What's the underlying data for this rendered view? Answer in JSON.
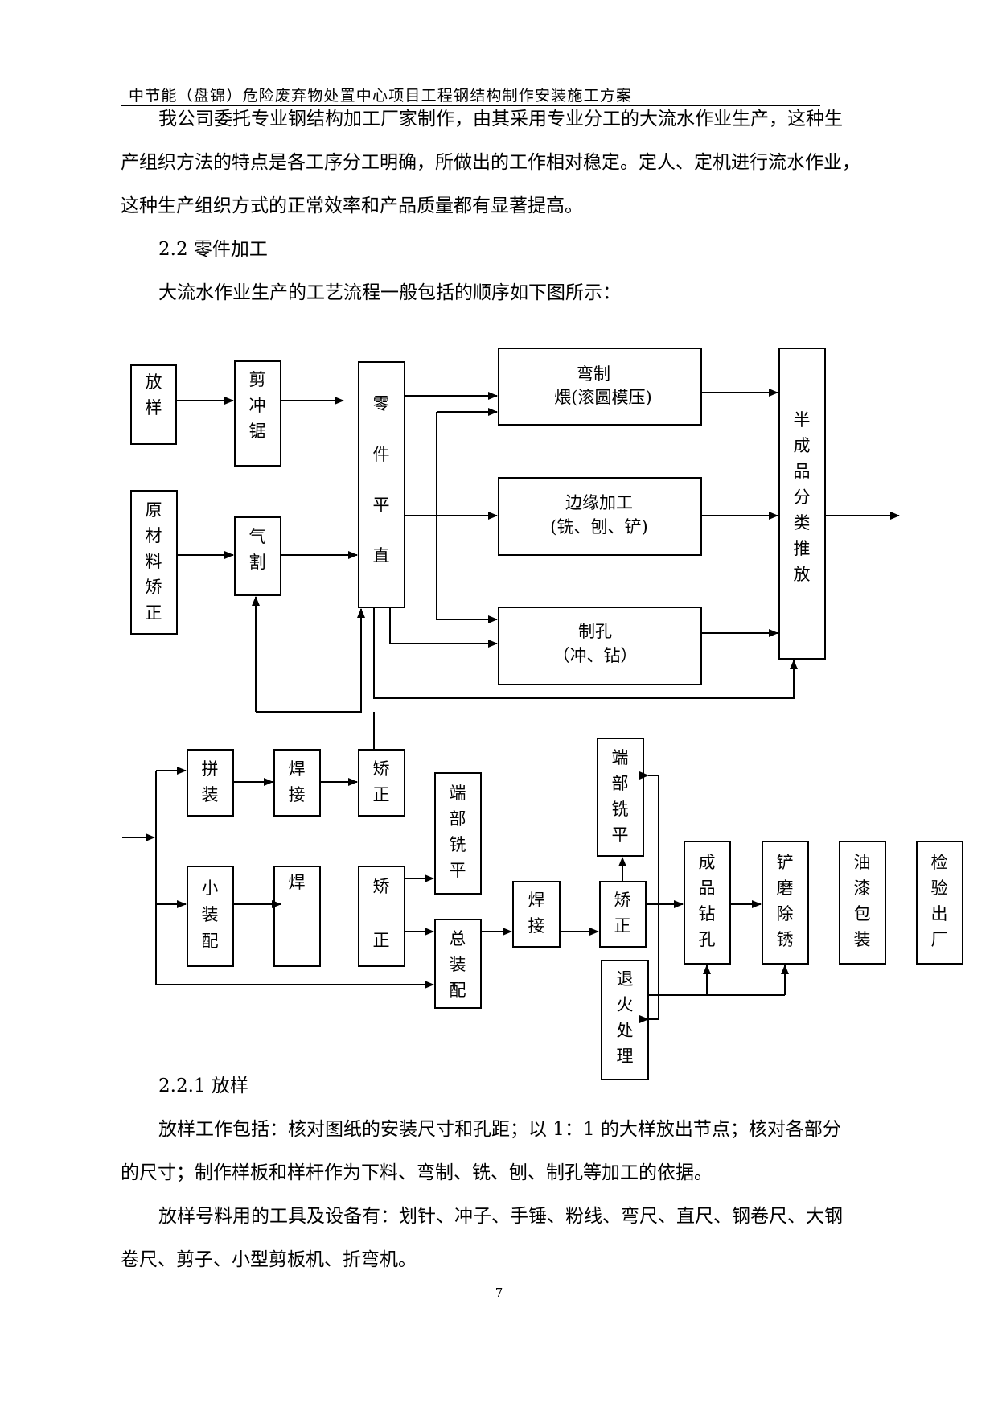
{
  "header": {
    "title": "中节能（盘锦）危险废弃物处置中心项目工程钢结构制作安装施工方案"
  },
  "intro": {
    "lines": [
      "我公司委托专业钢结构加工厂家制作，由其采用专业分工的大流水作业生产，这种生",
      "产组织方法的特点是各工序分工明确，所做出的工作相对稳定。定人、定机进行流水作业，",
      "这种生产组织方式的正常效率和产品质量都有显著提高。"
    ]
  },
  "section_2_2": {
    "heading": "2.2 零件加工",
    "caption": "大流水作业生产的工艺流程一般包括的顺序如下图所示："
  },
  "flowchart": {
    "boxes": {
      "fangyang": "放样",
      "jianchongju": "剪冲锯",
      "yuancailiao": "原材料矫正",
      "qige": "气割",
      "lingjian": "零件平直",
      "wanzhi_line1": "弯制",
      "wanzhi_line2": "煨(滚圆模压)",
      "bianyuan_line1": "边缘加工",
      "bianyuan_line2": "(铣、刨、铲)",
      "zhikong_line1": "制孔",
      "zhikong_line2": "（冲、钻）",
      "banchengpin": "半成品分类推放",
      "pinzhuang": "拼装",
      "hanjie1": "焊接",
      "jiaozheng1": "矫正",
      "xiaozhuangpei": "小装配",
      "han2": "焊",
      "jiaozheng2": "矫正",
      "duanbu1": "端部铣平",
      "zongzhuangpei": "总装配",
      "hanjie3": "焊接",
      "jiaozheng3": "矫正",
      "duanbu2": "端部铣平",
      "tuihuo": "退火处理",
      "chengpin": "成品钻孔",
      "chanmo": "铲磨除锈",
      "youqi": "油漆包装",
      "jianyan": "检验出厂"
    }
  },
  "section_2_2_1": {
    "heading": "2.2.1 放样",
    "para1_lines": [
      "放样工作包括：核对图纸的安装尺寸和孔距；以 1：1 的大样放出节点；核对各部分",
      "的尺寸；制作样板和样杆作为下料、弯制、铣、刨、制孔等加工的依据。"
    ],
    "para2_lines": [
      "放样号料用的工具及设备有：划针、冲子、手锤、粉线、弯尺、直尺、钢卷尺、大钢",
      "卷尺、剪子、小型剪板机、折弯机。"
    ]
  },
  "footer": {
    "page_number": "7"
  }
}
